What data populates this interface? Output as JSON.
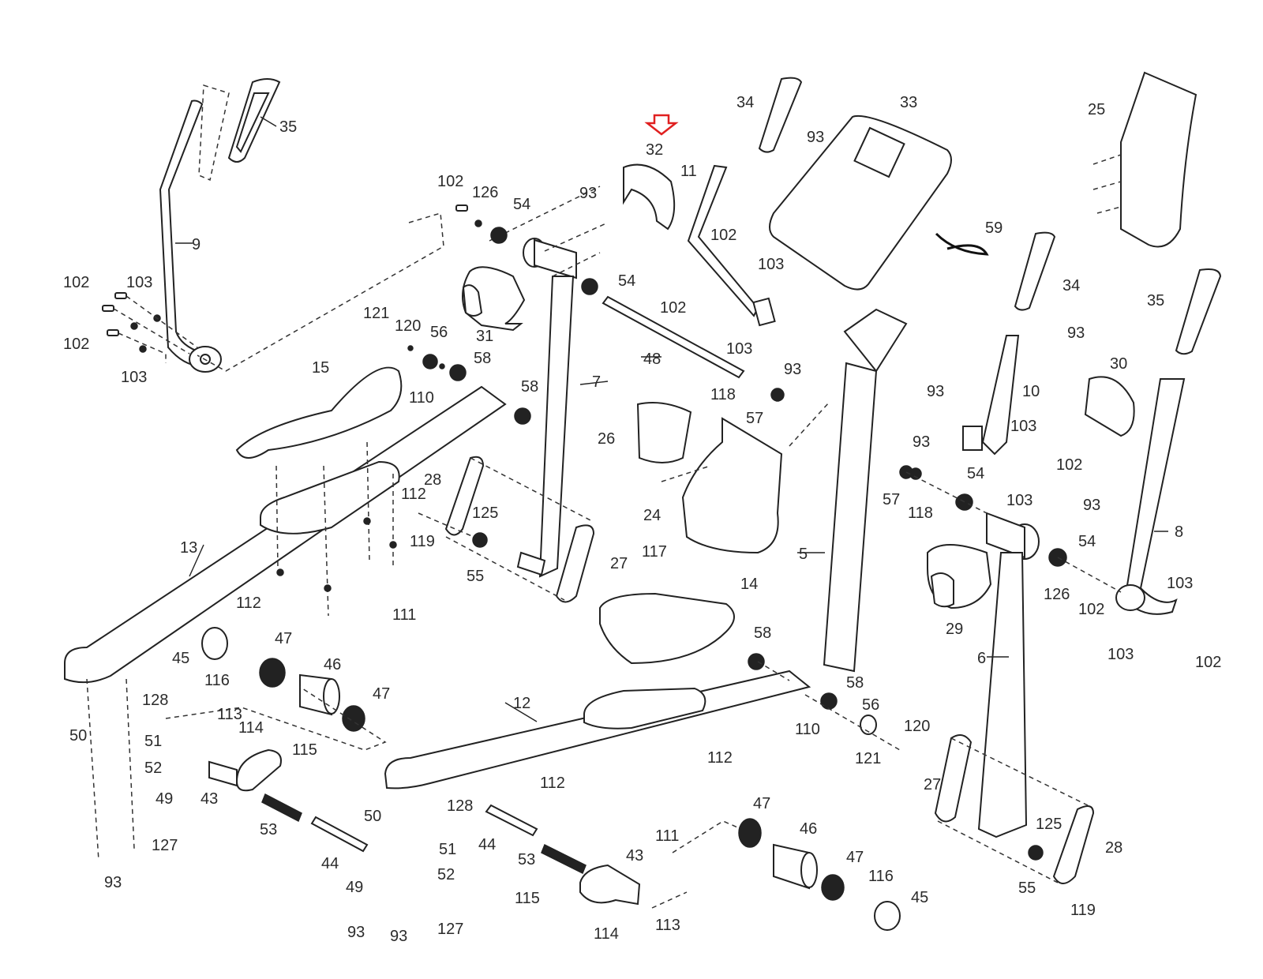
{
  "diagram": {
    "title": "Exploded parts diagram",
    "highlight": {
      "part": "32",
      "marker": "red-down-arrow-outline",
      "color": "#e02020"
    },
    "label_color": "#2b2b2b",
    "labels": [
      {
        "id": "l35a",
        "text": "35"
      },
      {
        "id": "l9",
        "text": "9"
      },
      {
        "id": "l102a",
        "text": "102"
      },
      {
        "id": "l103a",
        "text": "103"
      },
      {
        "id": "l102b",
        "text": "102"
      },
      {
        "id": "l103b",
        "text": "103"
      },
      {
        "id": "l102c",
        "text": "102"
      },
      {
        "id": "l126a",
        "text": "126"
      },
      {
        "id": "l54a",
        "text": "54"
      },
      {
        "id": "l93a",
        "text": "93"
      },
      {
        "id": "l32",
        "text": "32"
      },
      {
        "id": "l54b",
        "text": "54"
      },
      {
        "id": "l31",
        "text": "31"
      },
      {
        "id": "l7",
        "text": "7"
      },
      {
        "id": "l121a",
        "text": "121"
      },
      {
        "id": "l120a",
        "text": "120"
      },
      {
        "id": "l56a",
        "text": "56"
      },
      {
        "id": "l58a",
        "text": "58"
      },
      {
        "id": "l110a",
        "text": "110"
      },
      {
        "id": "l58b",
        "text": "58"
      },
      {
        "id": "l15",
        "text": "15"
      },
      {
        "id": "l48",
        "text": "48"
      },
      {
        "id": "l11",
        "text": "11"
      },
      {
        "id": "l102d",
        "text": "102"
      },
      {
        "id": "l103c",
        "text": "103"
      },
      {
        "id": "l102e",
        "text": "102"
      },
      {
        "id": "l103d",
        "text": "103"
      },
      {
        "id": "l34a",
        "text": "34"
      },
      {
        "id": "l93b",
        "text": "93"
      },
      {
        "id": "l33",
        "text": "33"
      },
      {
        "id": "l59",
        "text": "59"
      },
      {
        "id": "l25",
        "text": "25"
      },
      {
        "id": "l34b",
        "text": "34"
      },
      {
        "id": "l93c",
        "text": "93"
      },
      {
        "id": "l35b",
        "text": "35"
      },
      {
        "id": "l93d",
        "text": "93"
      },
      {
        "id": "l118a",
        "text": "118"
      },
      {
        "id": "l57a",
        "text": "57"
      },
      {
        "id": "l93e",
        "text": "93"
      },
      {
        "id": "l93f",
        "text": "93"
      },
      {
        "id": "l10",
        "text": "10"
      },
      {
        "id": "l30",
        "text": "30"
      },
      {
        "id": "l103e",
        "text": "103"
      },
      {
        "id": "l102f",
        "text": "102"
      },
      {
        "id": "l26",
        "text": "26"
      },
      {
        "id": "l24",
        "text": "24"
      },
      {
        "id": "l57b",
        "text": "57"
      },
      {
        "id": "l118b",
        "text": "118"
      },
      {
        "id": "l54c",
        "text": "54"
      },
      {
        "id": "l103f",
        "text": "103"
      },
      {
        "id": "l93g",
        "text": "93"
      },
      {
        "id": "l8",
        "text": "8"
      },
      {
        "id": "l54d",
        "text": "54"
      },
      {
        "id": "l126b",
        "text": "126"
      },
      {
        "id": "l102g",
        "text": "102"
      },
      {
        "id": "l103g",
        "text": "103"
      },
      {
        "id": "l103h",
        "text": "103"
      },
      {
        "id": "l102h",
        "text": "102"
      },
      {
        "id": "l28a",
        "text": "28"
      },
      {
        "id": "l125a",
        "text": "125"
      },
      {
        "id": "l119a",
        "text": "119"
      },
      {
        "id": "l112a",
        "text": "112"
      },
      {
        "id": "l55a",
        "text": "55"
      },
      {
        "id": "l27a",
        "text": "27"
      },
      {
        "id": "l117",
        "text": "117"
      },
      {
        "id": "l5",
        "text": "5"
      },
      {
        "id": "l13",
        "text": "13"
      },
      {
        "id": "l112b",
        "text": "112"
      },
      {
        "id": "l111a",
        "text": "111"
      },
      {
        "id": "l29",
        "text": "29"
      },
      {
        "id": "l6",
        "text": "6"
      },
      {
        "id": "l14",
        "text": "14"
      },
      {
        "id": "l58c",
        "text": "58"
      },
      {
        "id": "l58d",
        "text": "58"
      },
      {
        "id": "l56b",
        "text": "56"
      },
      {
        "id": "l110b",
        "text": "110"
      },
      {
        "id": "l120b",
        "text": "120"
      },
      {
        "id": "l121b",
        "text": "121"
      },
      {
        "id": "l45a",
        "text": "45"
      },
      {
        "id": "l116a",
        "text": "116"
      },
      {
        "id": "l47a",
        "text": "47"
      },
      {
        "id": "l46a",
        "text": "46"
      },
      {
        "id": "l47b",
        "text": "47"
      },
      {
        "id": "l128a",
        "text": "128"
      },
      {
        "id": "l50a",
        "text": "50"
      },
      {
        "id": "l113a",
        "text": "113"
      },
      {
        "id": "l114a",
        "text": "114"
      },
      {
        "id": "l51a",
        "text": "51"
      },
      {
        "id": "l115a",
        "text": "115"
      },
      {
        "id": "l52a",
        "text": "52"
      },
      {
        "id": "l43a",
        "text": "43"
      },
      {
        "id": "l49a",
        "text": "49"
      },
      {
        "id": "l53a",
        "text": "53"
      },
      {
        "id": "l127a",
        "text": "127"
      },
      {
        "id": "l44a",
        "text": "44"
      },
      {
        "id": "l93h",
        "text": "93"
      },
      {
        "id": "l12",
        "text": "12"
      },
      {
        "id": "l112c",
        "text": "112"
      },
      {
        "id": "l112d",
        "text": "112"
      },
      {
        "id": "l111b",
        "text": "111"
      },
      {
        "id": "l50b",
        "text": "50"
      },
      {
        "id": "l128b",
        "text": "128"
      },
      {
        "id": "l51b",
        "text": "51"
      },
      {
        "id": "l52b",
        "text": "52"
      },
      {
        "id": "l49b",
        "text": "49"
      },
      {
        "id": "l127b",
        "text": "127"
      },
      {
        "id": "l93i",
        "text": "93"
      },
      {
        "id": "l93j",
        "text": "93"
      },
      {
        "id": "l44b",
        "text": "44"
      },
      {
        "id": "l53b",
        "text": "53"
      },
      {
        "id": "l43b",
        "text": "43"
      },
      {
        "id": "l115b",
        "text": "115"
      },
      {
        "id": "l114b",
        "text": "114"
      },
      {
        "id": "l113b",
        "text": "113"
      },
      {
        "id": "l47c",
        "text": "47"
      },
      {
        "id": "l46b",
        "text": "46"
      },
      {
        "id": "l47d",
        "text": "47"
      },
      {
        "id": "l116b",
        "text": "116"
      },
      {
        "id": "l45b",
        "text": "45"
      },
      {
        "id": "l27b",
        "text": "27"
      },
      {
        "id": "l125b",
        "text": "125"
      },
      {
        "id": "l28b",
        "text": "28"
      },
      {
        "id": "l55b",
        "text": "55"
      },
      {
        "id": "l119b",
        "text": "119"
      }
    ]
  }
}
